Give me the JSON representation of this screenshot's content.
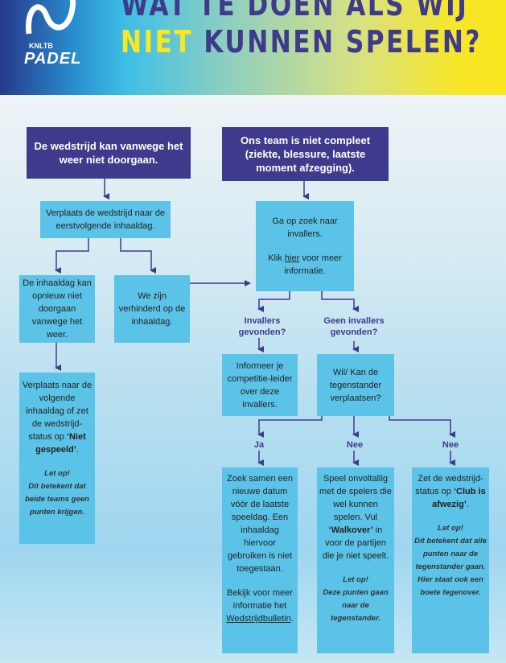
{
  "header": {
    "logo_top": "KNLTB",
    "logo_bottom": "PADEL",
    "title_line1": "WAT TE DOEN ALS WIJ",
    "title_highlight": "NIET",
    "title_line2_rest": "KUNNEN SPELEN?"
  },
  "weather": {
    "start": "De wedstrijd kan vanwege het weer niet doorgaan.",
    "move": "Verplaats de wedstrijd naar de eerstvolgende inhaaldag.",
    "again": "De inhaaldag kan opnieuw niet doorgaan vanwege het weer.",
    "prevented": "We zijn verhinderd op de inhaaldag.",
    "result_pre": "Verplaats naar de volgende inhaaldag of zet de wedstrijd-status op ",
    "result_bold": "‘Niet gespeeld’",
    "result_post": ".",
    "note_title": "Let op!",
    "note": "Dit betekent dat beide teams geen punten krijgen."
  },
  "team": {
    "start": "Ons team is niet compleet (ziekte, blessure, laatste moment afzegging).",
    "search": "Ga op zoek naar invallers.",
    "click_pre": "Klik ",
    "click_link": "hier",
    "click_post": " voor meer informatie.",
    "found": "Invallers gevonden?",
    "not_found": "Geen invallers gevonden?",
    "inform": "Informeer je competitie-leider over deze invallers.",
    "opponent": "Wil/ Kan de tegenstander verplaatsen?",
    "yes": "Ja",
    "no1": "Nee",
    "no2": "Nee",
    "ja_text": "Zoek samen een nieuwe datum vóór de laatste speeldag. Een inhaaldag hiervoor gebruiken is niet toegestaan.",
    "ja_more": "Bekijk voor meer informatie het ",
    "ja_link": "Wedstrijdbulletin",
    "ja_end": ".",
    "nee1_pre": "Speel onvoltallig met de spelers die wel kunnen spelen. Vul ",
    "nee1_bold": "‘Walkover’",
    "nee1_post": " in voor de partijen die je niet speelt.",
    "nee1_note_title": "Let op!",
    "nee1_note": "Deze punten gaan naar de tegenstander.",
    "nee2_pre": "Zet de wedstrijd-status op ",
    "nee2_bold": "‘Club is afwezig’",
    "nee2_post": ".",
    "nee2_note_title": "Let op!",
    "nee2_note": "Dit betekent dat alle punten naar de tegenstander gaan. Hier staat ook een boete tegenover."
  },
  "colors": {
    "navy": "#3f3a8c",
    "box": "#5bc3e8",
    "yellow": "#f9e81e"
  }
}
